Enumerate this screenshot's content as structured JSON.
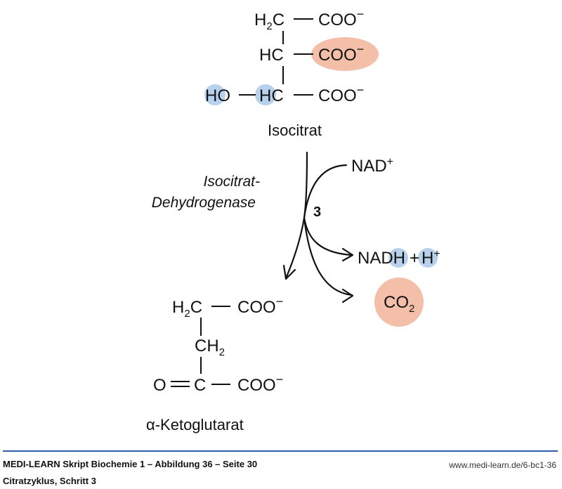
{
  "reactant": {
    "name": "Isocitrat",
    "rows": [
      {
        "carbon": "H",
        "carbon_sub": "2",
        "carbon_tail": "C",
        "group": "COO",
        "charge": "−"
      },
      {
        "carbon": "HC",
        "group": "COO",
        "charge": "−",
        "highlight": "salmon"
      },
      {
        "substituent": "HO",
        "carbon": "HC",
        "group": "COO",
        "charge": "−",
        "highlight_atoms": [
          "HO-H",
          "HC-H"
        ]
      }
    ]
  },
  "enzyme": {
    "line1": "Isocitrat-",
    "line2": "Dehydrogenase",
    "step": "3"
  },
  "cofactor_in": {
    "text": "NAD",
    "charge": "+"
  },
  "products_side": {
    "nadh": "NADH",
    "plus": "+",
    "proton": "H",
    "proton_charge": "+",
    "co2": "CO",
    "co2_sub": "2"
  },
  "product": {
    "name": "α-Ketoglutarat",
    "rows": [
      {
        "carbon": "H",
        "carbon_sub": "2",
        "carbon_tail": "C",
        "group": "COO",
        "charge": "−"
      },
      {
        "carbon": "CH",
        "carbon_sub": "2"
      },
      {
        "substituent": "O",
        "carbon": "C",
        "group": "COO",
        "charge": "−"
      }
    ]
  },
  "colors": {
    "salmon_highlight": "#f4bfa8",
    "blue_highlight": "#b7d1ec",
    "footer_rule": "#2b5ea8"
  },
  "footer": {
    "title": "MEDI-LEARN Skript Biochemie 1 – Abbildung 36 – Seite 30",
    "subtitle": "Citratzyklus, Schritt 3",
    "url": "www.medi-learn.de/6-bc1-36"
  }
}
